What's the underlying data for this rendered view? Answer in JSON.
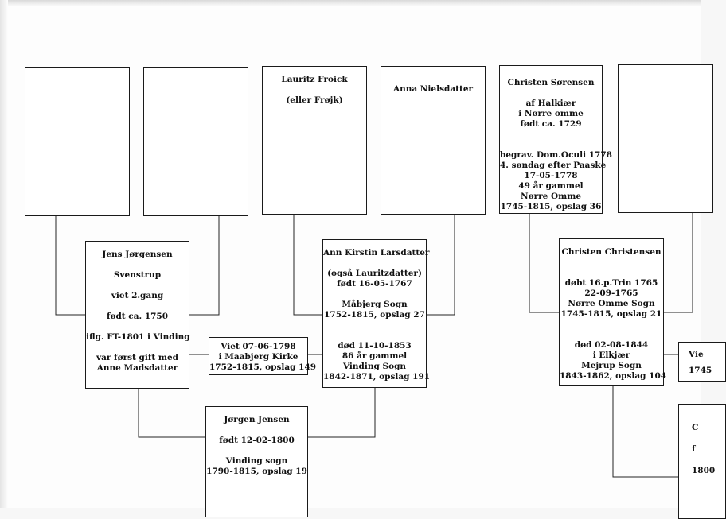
{
  "people": {
    "top1": {
      "lines": []
    },
    "top2": {
      "lines": []
    },
    "lauritz": {
      "lines": [
        "Lauritz Froick",
        "",
        "(eller Frøjk)"
      ]
    },
    "anna_n": {
      "lines": [
        "Anna Nielsdatter"
      ]
    },
    "christen_s": {
      "lines": [
        "Christen Sørensen",
        "",
        "af Halkiær",
        "i Nørre omme",
        "født ca. 1729",
        "",
        "",
        "begrav. Dom.Oculi 1778",
        "4. søndag efter Paaske",
        "17-05-1778",
        "49 år gammel",
        "Nørre Omme",
        "1745-1815, opslag 36"
      ]
    },
    "top6": {
      "lines": []
    },
    "jens": {
      "lines": [
        "Jens Jørgensen",
        "",
        "Svenstrup",
        "",
        "viet 2.gang",
        "",
        "født ca. 1750",
        "",
        "iflg. FT-1801 i Vinding",
        "",
        "var først gift med",
        "Anne Madsdatter"
      ]
    },
    "marriage1": {
      "lines": [
        "Viet 07-06-1798",
        "i Maabjerg Kirke",
        "1752-1815, opslag 149"
      ]
    },
    "ann_k": {
      "lines": [
        "Ann Kirstin Larsdatter",
        "",
        "(også Lauritzdatter)",
        "født 16-05-1767",
        "",
        "Måbjerg Sogn",
        "1752-1815, opslag 27",
        "",
        "",
        "død 11-10-1853",
        "86 år gammel",
        "Vinding Sogn",
        "1842-1871, opslag 191"
      ]
    },
    "christen_c": {
      "lines": [
        "Christen Christensen",
        "",
        "",
        "døbt 16.p.Trin 1765",
        "22-09-1765",
        "Nørre Omme Sogn",
        "1745-1815, opslag 21",
        "",
        "",
        "død  02-08-1844",
        "i Elkjær",
        "Mejrup Sogn",
        "1843-1862, opslag 104"
      ]
    },
    "marriage2": {
      "lines": [
        "Vie",
        "1745"
      ]
    },
    "jorgen": {
      "lines": [
        "Jørgen Jensen",
        "",
        "født 12-02-1800",
        "",
        "Vinding sogn",
        "1790-1815, opslag 19"
      ]
    },
    "partial_c": {
      "lines": [
        "C",
        "",
        "f",
        "",
        "1800"
      ]
    }
  }
}
